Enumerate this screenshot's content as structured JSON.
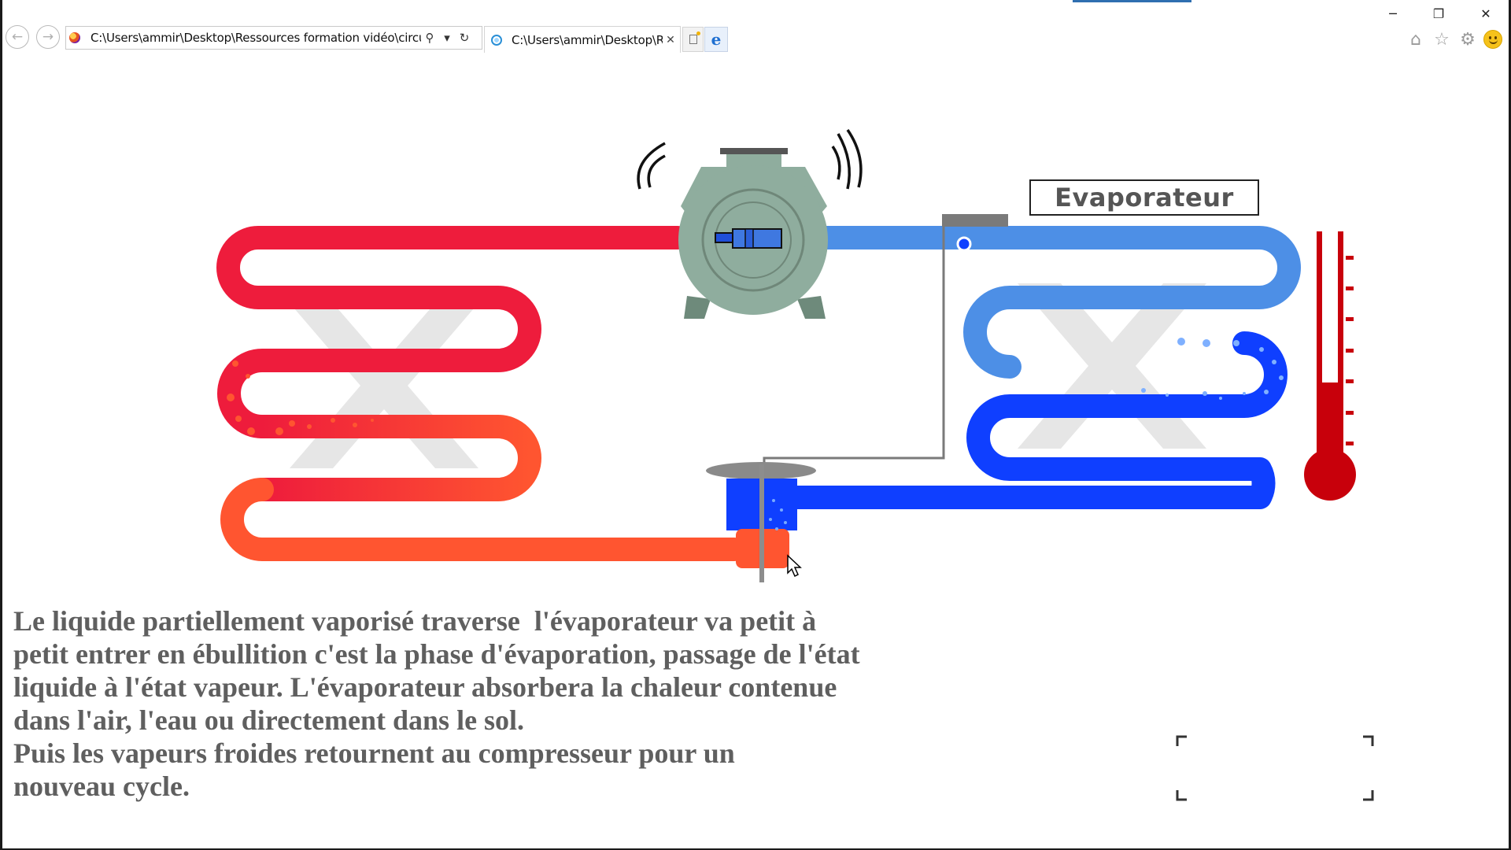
{
  "window_controls": {
    "minimize": "─",
    "restore": "❐",
    "close": "✕"
  },
  "navigation": {
    "back": "←",
    "forward": "→",
    "address": "C:\\Users\\ammir\\Desktop\\Ressources formation vidéo\\circuit fr",
    "search_icon": "⚲",
    "dropdown_icon": "▾",
    "refresh_icon": "↻"
  },
  "tabs": [
    {
      "title": "C:\\Users\\ammir\\Desktop\\R...",
      "close": "✕"
    }
  ],
  "toolbar": {
    "ie_label": "e",
    "home_icon": "⌂",
    "favorites_icon": "☆",
    "settings_icon": "⚙"
  },
  "diagram": {
    "label": "Evaporateur",
    "colors": {
      "condenser_hot": "#ee1c3c",
      "condenser_warm": "#ff5530",
      "suction_light_blue": "#4d8fe6",
      "evaporator_blue": "#0f3fff",
      "compressor": "#8fad9e",
      "thermometer": "#c8000b"
    }
  },
  "description": {
    "paragraph_1": "Le liquide partiellement vaporisé traverse  l'évaporateur va petit à\npetit entrer en ébullition c'est la phase d'évaporation, passage de l'état\nliquide à l'état vapeur. L'évaporateur absorbera la chaleur contenue\ndans l'air, l'eau ou directement dans le sol.",
    "paragraph_2": "Puis les vapeurs froides retournent au compresseur pour un\nnouveau cycle."
  }
}
